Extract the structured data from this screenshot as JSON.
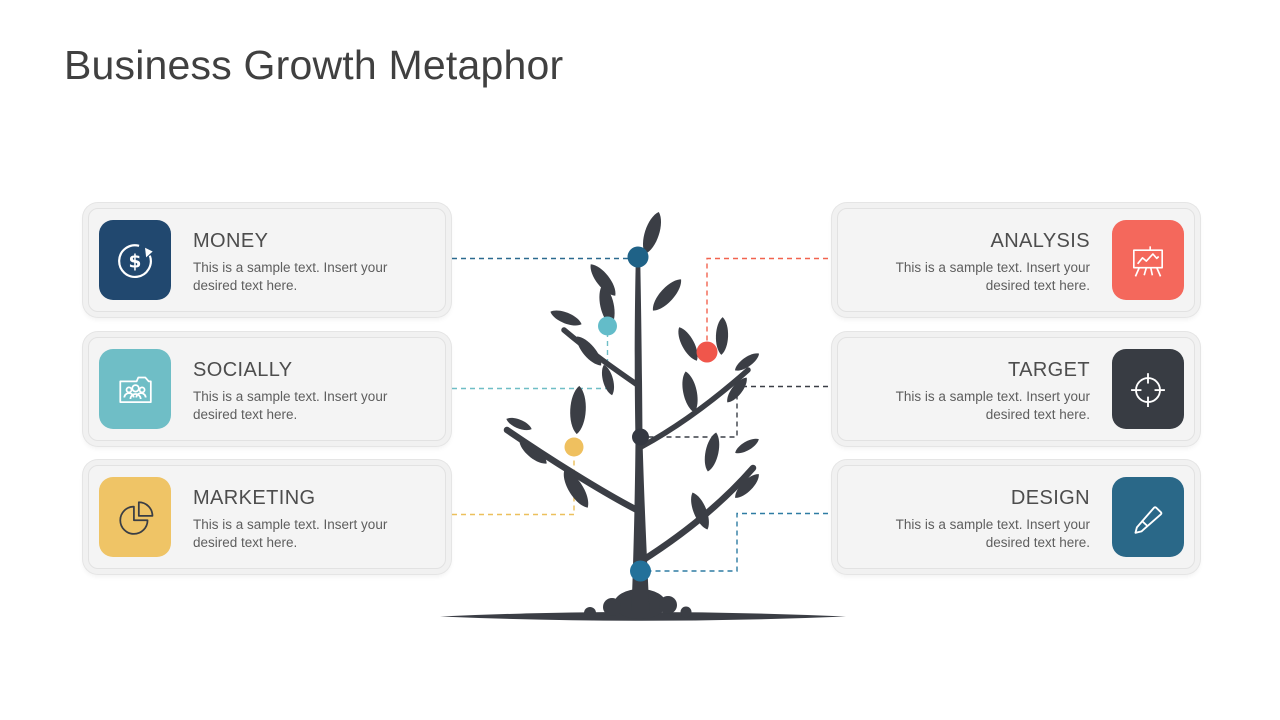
{
  "slide": {
    "title": "Business Growth Metaphor",
    "title_color": "#404040",
    "background": "#FFFFFF"
  },
  "tree": {
    "label": "growth tree silhouette",
    "color": "#3B3E45"
  },
  "cards": {
    "left": [
      {
        "title": "MONEY",
        "body": "This is a sample text. Insert your desired text here.",
        "icon": "money-cycle-icon",
        "currency_symbol": "$",
        "icon_stroke": "#FFFFFF",
        "tile_color": "#21486F",
        "connector_color": "#2B6A8F",
        "dot_color": "#1F6287"
      },
      {
        "title": "SOCIALLY",
        "body": "This is a sample text. Insert your desired text here.",
        "icon": "social-group-folder-icon",
        "icon_stroke": "#FFFFFF",
        "tile_color": "#6FBEC6",
        "connector_color": "#6FBEC6",
        "dot_color": "#63BCC9"
      },
      {
        "title": "MARKETING",
        "body": "This is a sample text. Insert your desired text here.",
        "icon": "pie-chart-icon",
        "icon_stroke": "#3A3E45",
        "tile_color": "#EFC466",
        "connector_color": "#ECC05C",
        "dot_color": "#EFC05F"
      }
    ],
    "right": [
      {
        "title": "ANALYSIS",
        "body": "This is a sample text. Insert your desired text here.",
        "icon": "presentation-chart-icon",
        "icon_stroke": "#FFFFFF",
        "tile_color": "#F4685C",
        "connector_color": "#F2634F",
        "dot_color": "#F0564B"
      },
      {
        "title": "TARGET",
        "body": "This is a sample text. Insert your desired text here.",
        "icon": "target-crosshair-icon",
        "icon_stroke": "#FFFFFF",
        "tile_color": "#383C43",
        "connector_color": "#3A3E46",
        "dot_color": "#343842"
      },
      {
        "title": "DESIGN",
        "body": "This is a sample text. Insert your desired text here.",
        "icon": "marker-pen-icon",
        "icon_stroke": "#FFFFFF",
        "tile_color": "#2A6888",
        "connector_color": "#2E7CA3",
        "dot_color": "#23719A"
      }
    ]
  }
}
